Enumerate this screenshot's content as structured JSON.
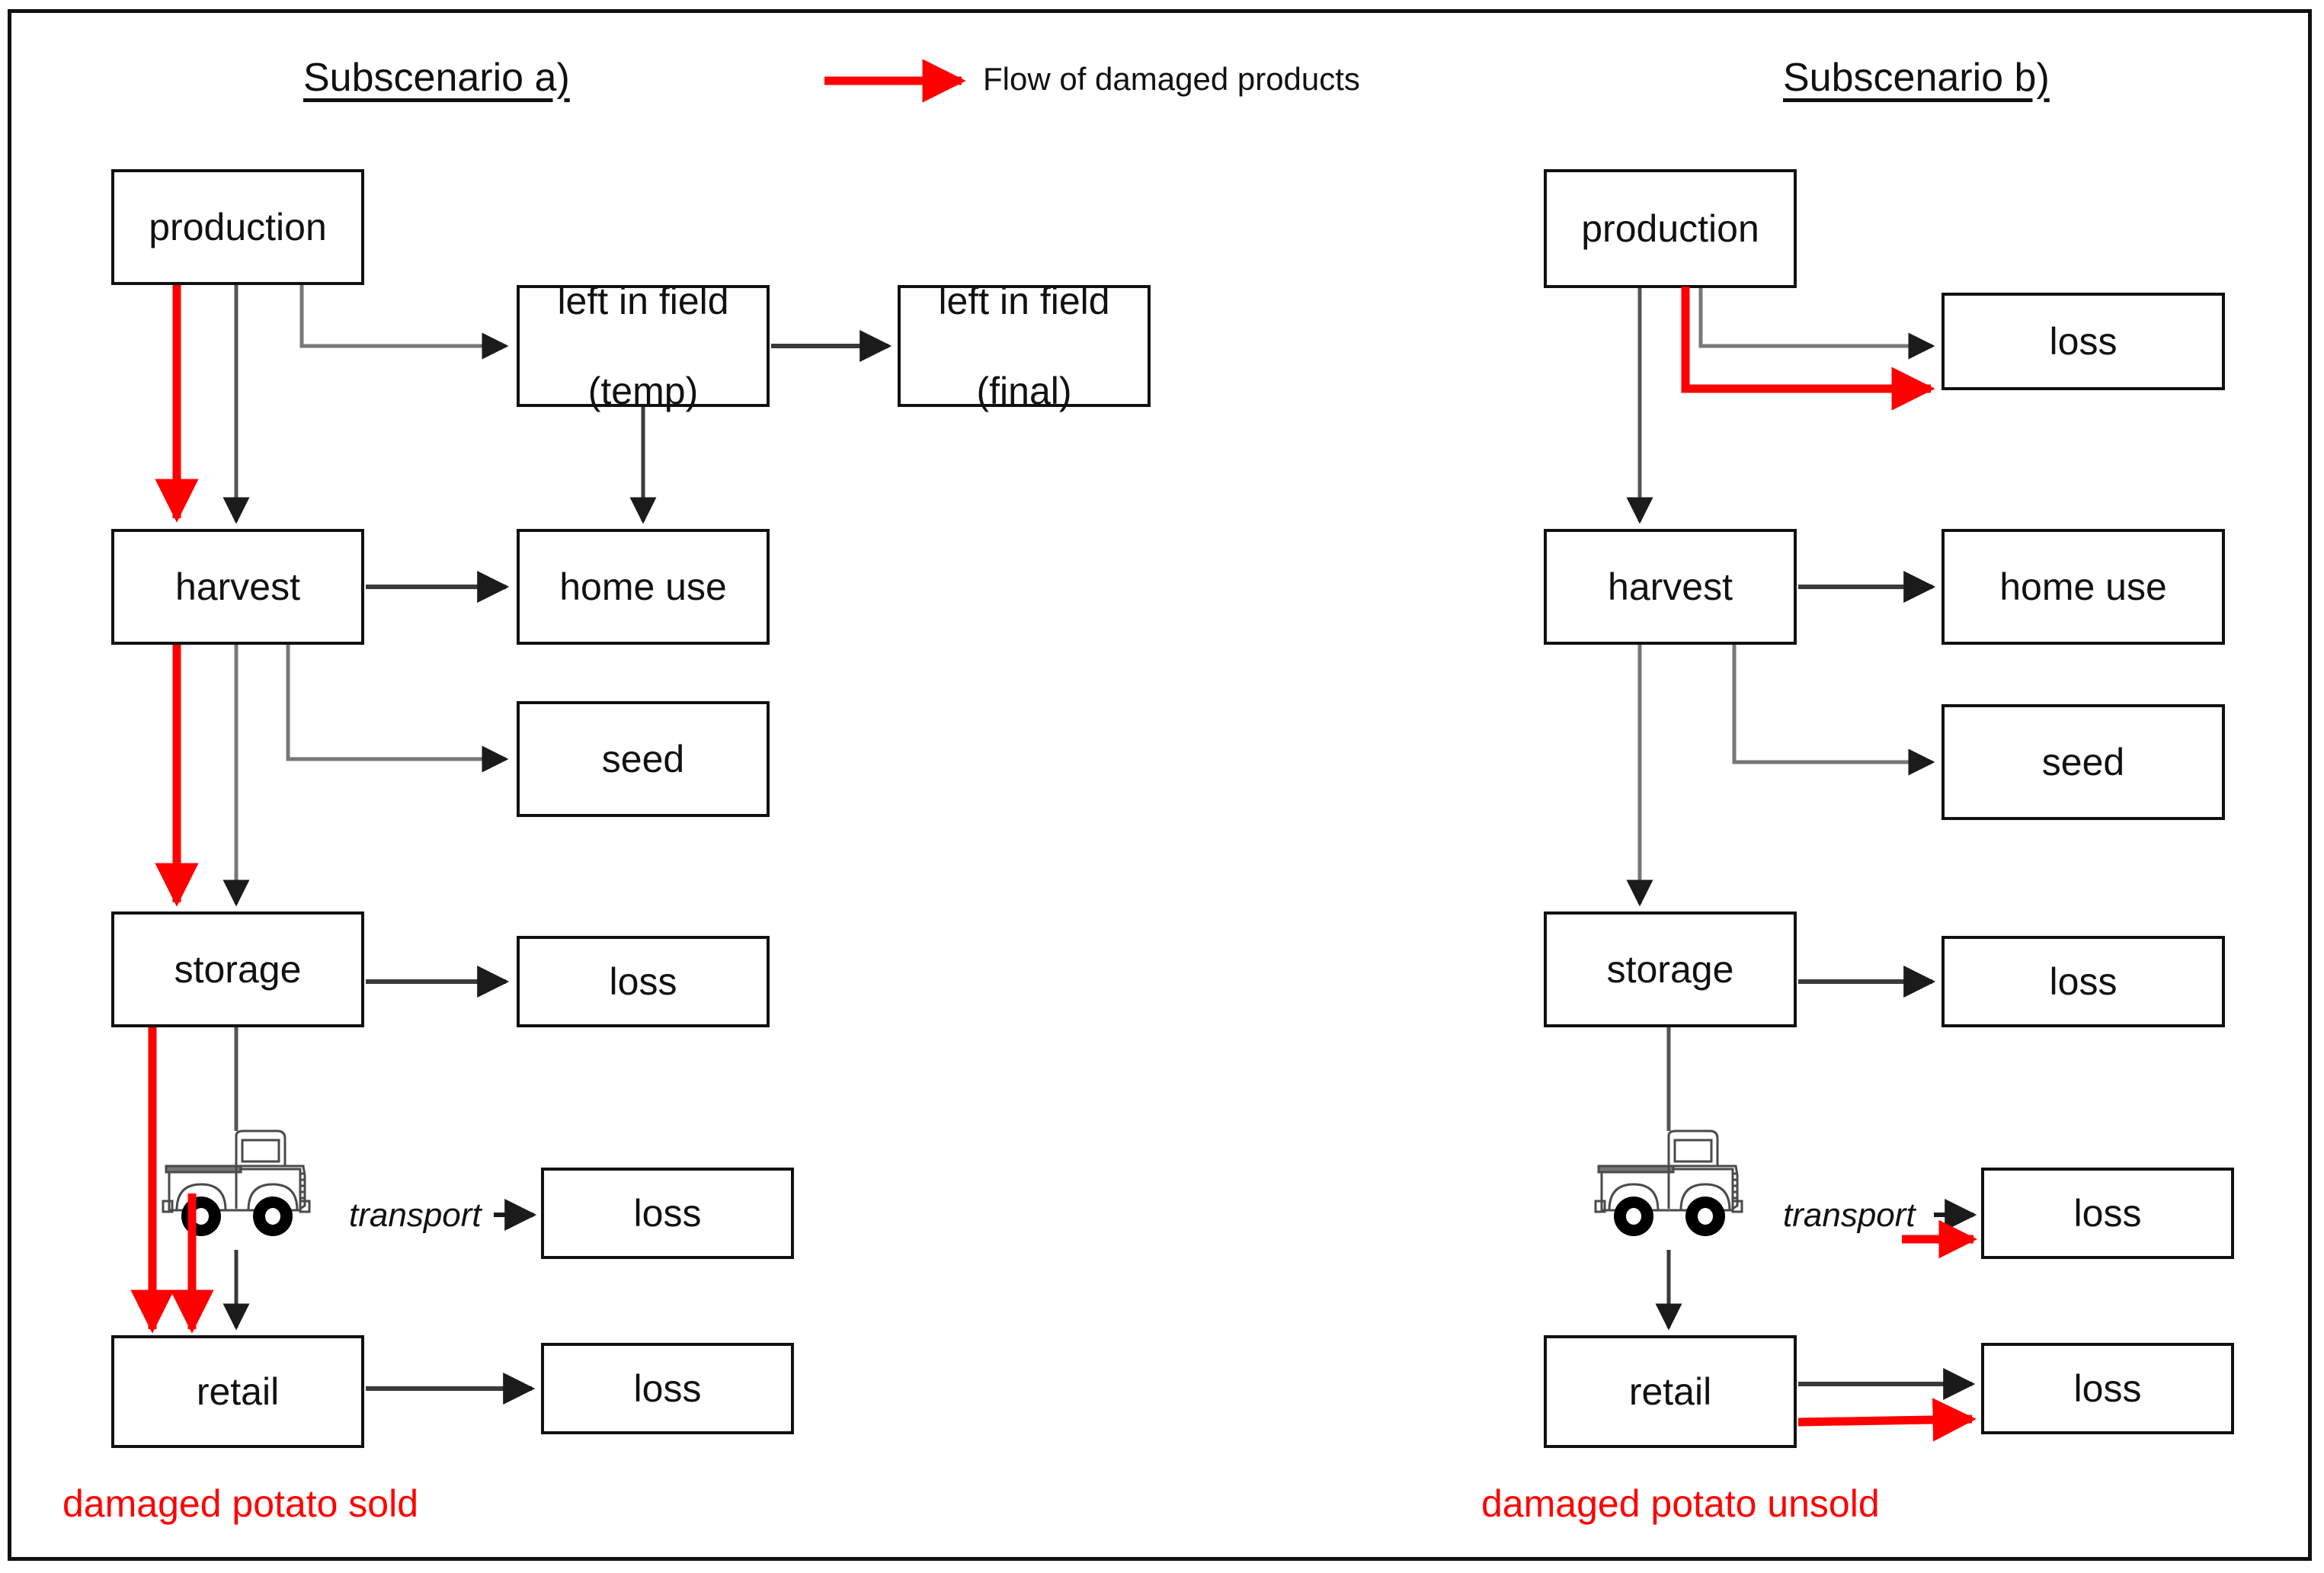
{
  "legend": {
    "arrow_icon": "red-arrow-icon",
    "label": "Flow of damaged products",
    "arrow_color": "#ff0000"
  },
  "colors": {
    "flow_red": "#ff0000",
    "box_border": "#111111",
    "wire_gray": "#555555",
    "caption_red": "#ff0000"
  },
  "scenarios": [
    {
      "id": "a",
      "title": "Subscenario a)",
      "caption": "damaged potato sold",
      "transport_label": "transport",
      "truck_icon": "pickup-truck-icon",
      "nodes": [
        {
          "key": "production",
          "label": "production"
        },
        {
          "key": "left_in_field_t",
          "label": "left in field\n(temp)",
          "line1": "left in field",
          "line2": "(temp)"
        },
        {
          "key": "left_in_field_f",
          "label": "left in field\n(final)",
          "line1": "left in field",
          "line2": "(final)"
        },
        {
          "key": "harvest",
          "label": "harvest"
        },
        {
          "key": "home_use",
          "label": "home use"
        },
        {
          "key": "seed",
          "label": "seed"
        },
        {
          "key": "storage",
          "label": "storage"
        },
        {
          "key": "storage_loss",
          "label": "loss"
        },
        {
          "key": "transport_loss",
          "label": "loss"
        },
        {
          "key": "retail",
          "label": "retail"
        },
        {
          "key": "retail_loss",
          "label": "loss"
        }
      ]
    },
    {
      "id": "b",
      "title": "Subscenario b)",
      "caption": "damaged potato unsold",
      "transport_label": "transport",
      "truck_icon": "pickup-truck-icon",
      "nodes": [
        {
          "key": "production",
          "label": "production"
        },
        {
          "key": "production_loss",
          "label": "loss"
        },
        {
          "key": "harvest",
          "label": "harvest"
        },
        {
          "key": "home_use",
          "label": "home use"
        },
        {
          "key": "seed",
          "label": "seed"
        },
        {
          "key": "storage",
          "label": "storage"
        },
        {
          "key": "storage_loss",
          "label": "loss"
        },
        {
          "key": "transport_loss",
          "label": "loss"
        },
        {
          "key": "retail",
          "label": "retail"
        },
        {
          "key": "retail_loss",
          "label": "loss"
        }
      ]
    }
  ]
}
